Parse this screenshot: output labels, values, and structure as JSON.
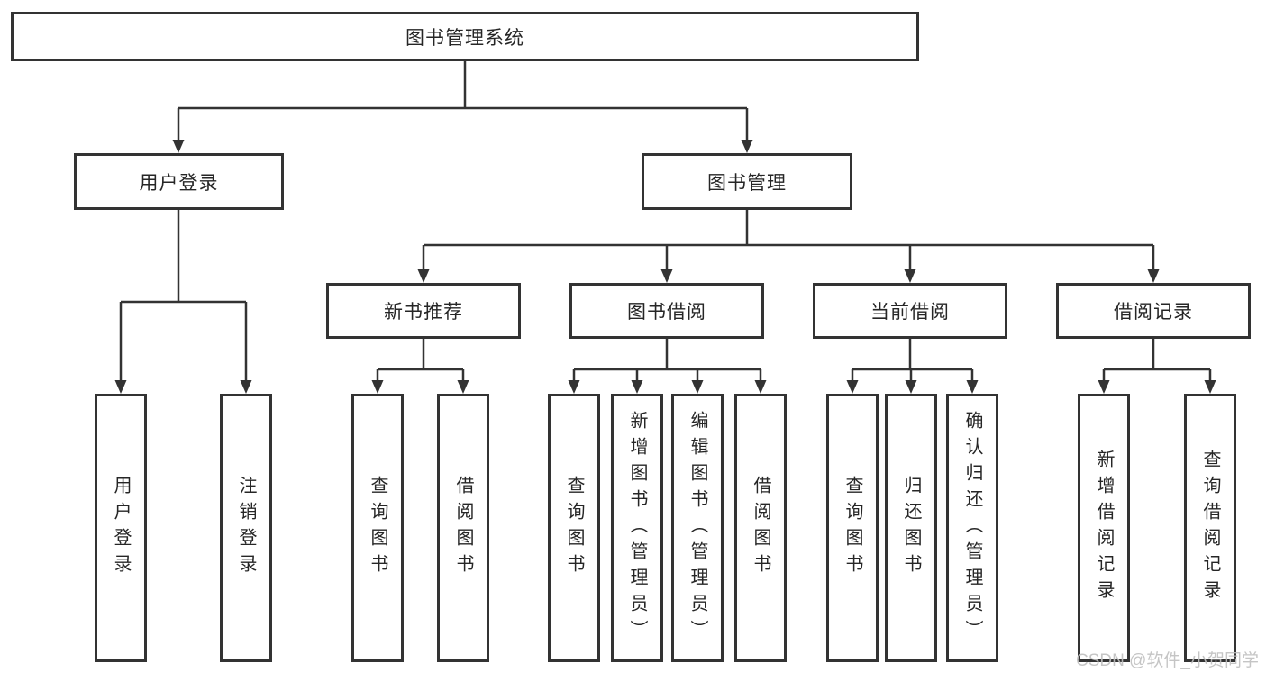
{
  "tree": {
    "root": {
      "label": "图书管理系统",
      "children": [
        {
          "label": "用户登录",
          "children": [
            {
              "label": "用户登录"
            },
            {
              "label": "注销登录"
            }
          ]
        },
        {
          "label": "图书管理",
          "children": [
            {
              "label": "新书推荐",
              "children": [
                {
                  "label": "查询图书"
                },
                {
                  "label": "借阅图书"
                }
              ]
            },
            {
              "label": "图书借阅",
              "children": [
                {
                  "label": "查询图书"
                },
                {
                  "label": "新增图书（管理员）"
                },
                {
                  "label": "编辑图书（管理员）"
                },
                {
                  "label": "借阅图书"
                }
              ]
            },
            {
              "label": "当前借阅",
              "children": [
                {
                  "label": "查询图书"
                },
                {
                  "label": "归还图书"
                },
                {
                  "label": "确认归还（管理员）"
                }
              ]
            },
            {
              "label": "借阅记录",
              "children": [
                {
                  "label": "新增借阅记录"
                },
                {
                  "label": "查询借阅记录"
                }
              ]
            }
          ]
        }
      ]
    }
  },
  "watermark": {
    "text": "CSDN @软件_小贺同学"
  },
  "colors": {
    "line": "#333333",
    "text": "#262626",
    "background": "#ffffff",
    "watermark": "#bfbfbf"
  }
}
